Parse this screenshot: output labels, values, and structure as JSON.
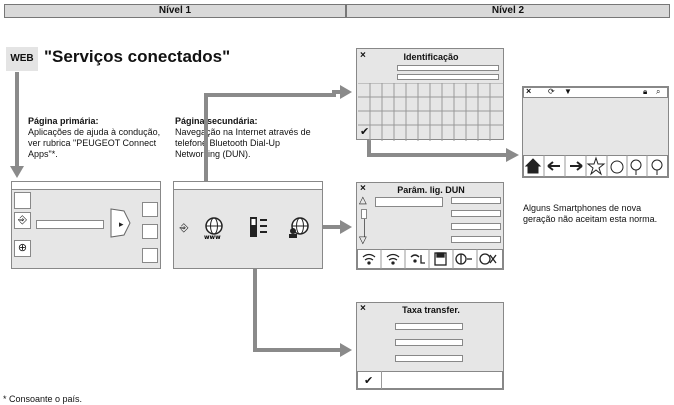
{
  "headers": {
    "level1": "Nível 1",
    "level2": "Nível 2"
  },
  "web_badge": "WEB",
  "title": "\"Serviços conectados\"",
  "primary": {
    "heading": "Página primária:",
    "text": "Aplicações de ajuda à condução, ver rubrica \"PEUGEOT Connect Apps\"*."
  },
  "secondary": {
    "heading": "Página secundária:",
    "text": "Navegação na Internet através de telefone Bluetooth Dial-Up Networking (DUN)."
  },
  "identificacao": {
    "title": "Identificação"
  },
  "dun": {
    "title": "Parâm. lig. DUN"
  },
  "taxa": {
    "title": "Taxa transfer."
  },
  "browser_note": "Alguns Smartphones de nova geração não aceitam esta norma.",
  "footnote": "* Consoante o país.",
  "icons": {
    "close": "×",
    "check": "✔",
    "play": "▸",
    "up": "△",
    "down": "▽",
    "back": "←",
    "forward": "→",
    "home": "home-icon",
    "star": "☆"
  }
}
